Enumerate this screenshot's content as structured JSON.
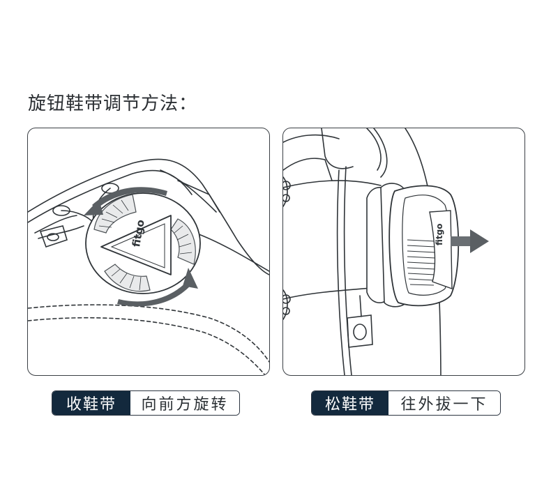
{
  "title": "旋钮鞋带调节方法：",
  "panels": [
    {
      "name": "tighten",
      "action_tag": "收鞋带",
      "action_text": "向前方旋转",
      "logo_text": "fitgo"
    },
    {
      "name": "loosen",
      "action_tag": "松鞋带",
      "action_text": "往外拔一下",
      "logo_text": "fitgo"
    }
  ],
  "colors": {
    "tag_bg": "#13293d",
    "line": "#2f3438",
    "arrow": "#555a5e"
  }
}
